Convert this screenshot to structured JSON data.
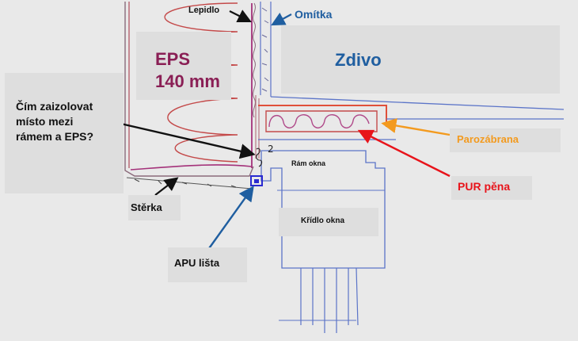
{
  "labels": {
    "lepidlo": "Lepidlo",
    "omitka": "Omítka",
    "eps_line1": "EPS",
    "eps_line2": "140 mm",
    "zdivo": "Zdivo",
    "question_line1": "Čím zaizolovat",
    "question_line2": "místo mezi",
    "question_line3": "rámem a EPS?",
    "number_two": "2",
    "ram_okna": "Rám okna",
    "parozabrana": "Parozábrana",
    "pur_pena": "PUR pěna",
    "sterka": "Stěrka",
    "kridlo_okna": "Křídlo okna",
    "apu_lista": "APU lišta"
  },
  "colors": {
    "paper": "#e9e9e9",
    "label_box": "#dedede",
    "maroon_text": "#8a1f55",
    "blue_text": "#1f5ea0",
    "orange": "#f39a1e",
    "red": "#e8141b",
    "black": "#111111",
    "pen_red": "#c44a4a",
    "pen_blue": "#5b74c8",
    "purple_line": "#a4327a"
  }
}
